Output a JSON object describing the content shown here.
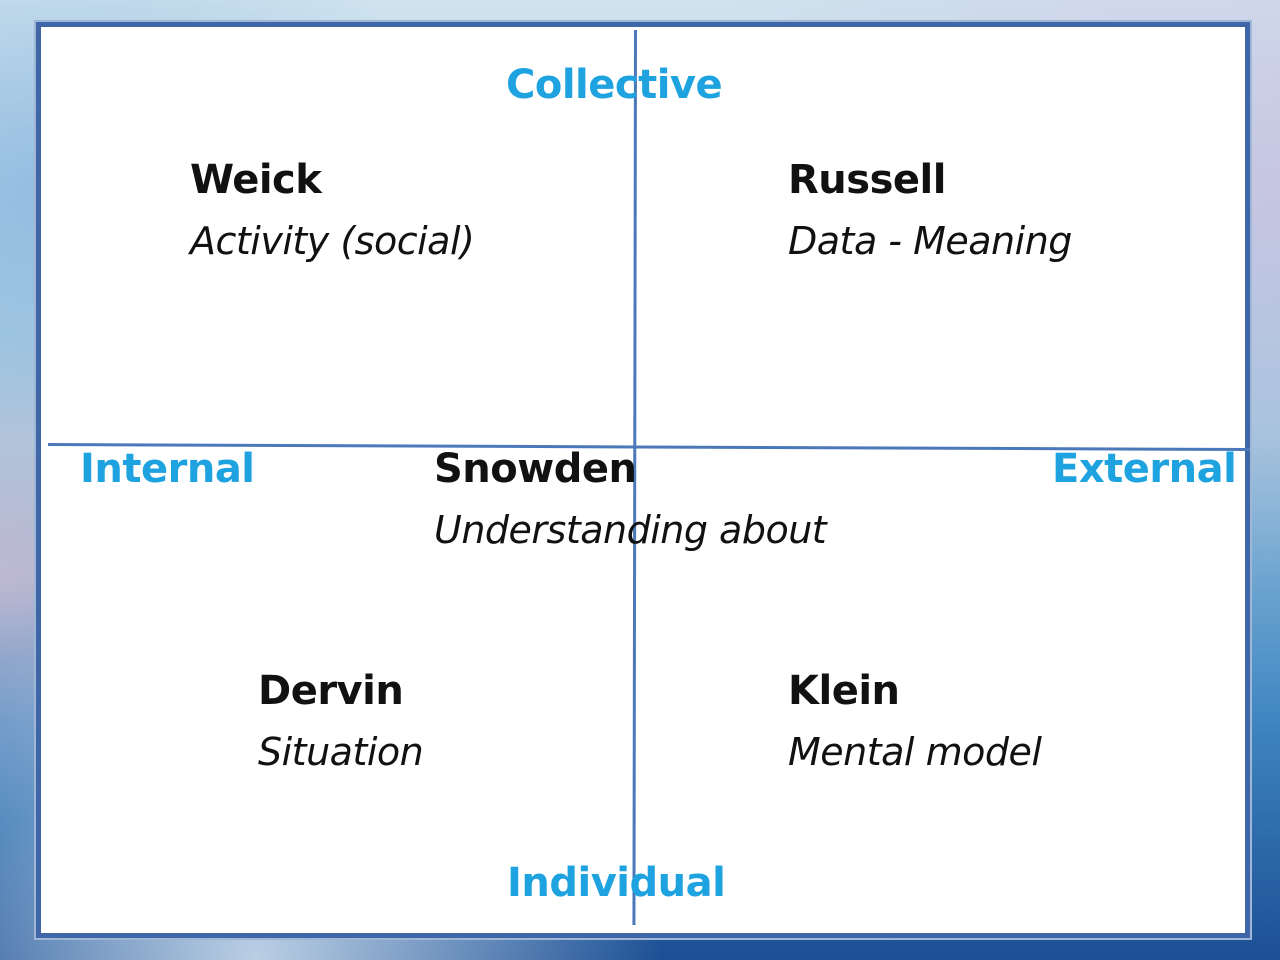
{
  "axes": {
    "top": "Collective",
    "bottom": "Individual",
    "left": "Internal",
    "right": "External"
  },
  "quadrants": {
    "top_left": {
      "author": "Weick",
      "concept": "Activity (social)"
    },
    "top_right": {
      "author": "Russell",
      "concept": "Data - Meaning"
    },
    "center": {
      "author": "Snowden",
      "concept": "Understanding about"
    },
    "bottom_left": {
      "author": "Dervin",
      "concept": "Situation"
    },
    "bottom_right": {
      "author": "Klein",
      "concept": "Mental model"
    }
  },
  "colors": {
    "axis_label": "#1ea3e0",
    "axis_line": "#4a78b8",
    "frame_border": "#3f66a6",
    "text": "#111111"
  }
}
